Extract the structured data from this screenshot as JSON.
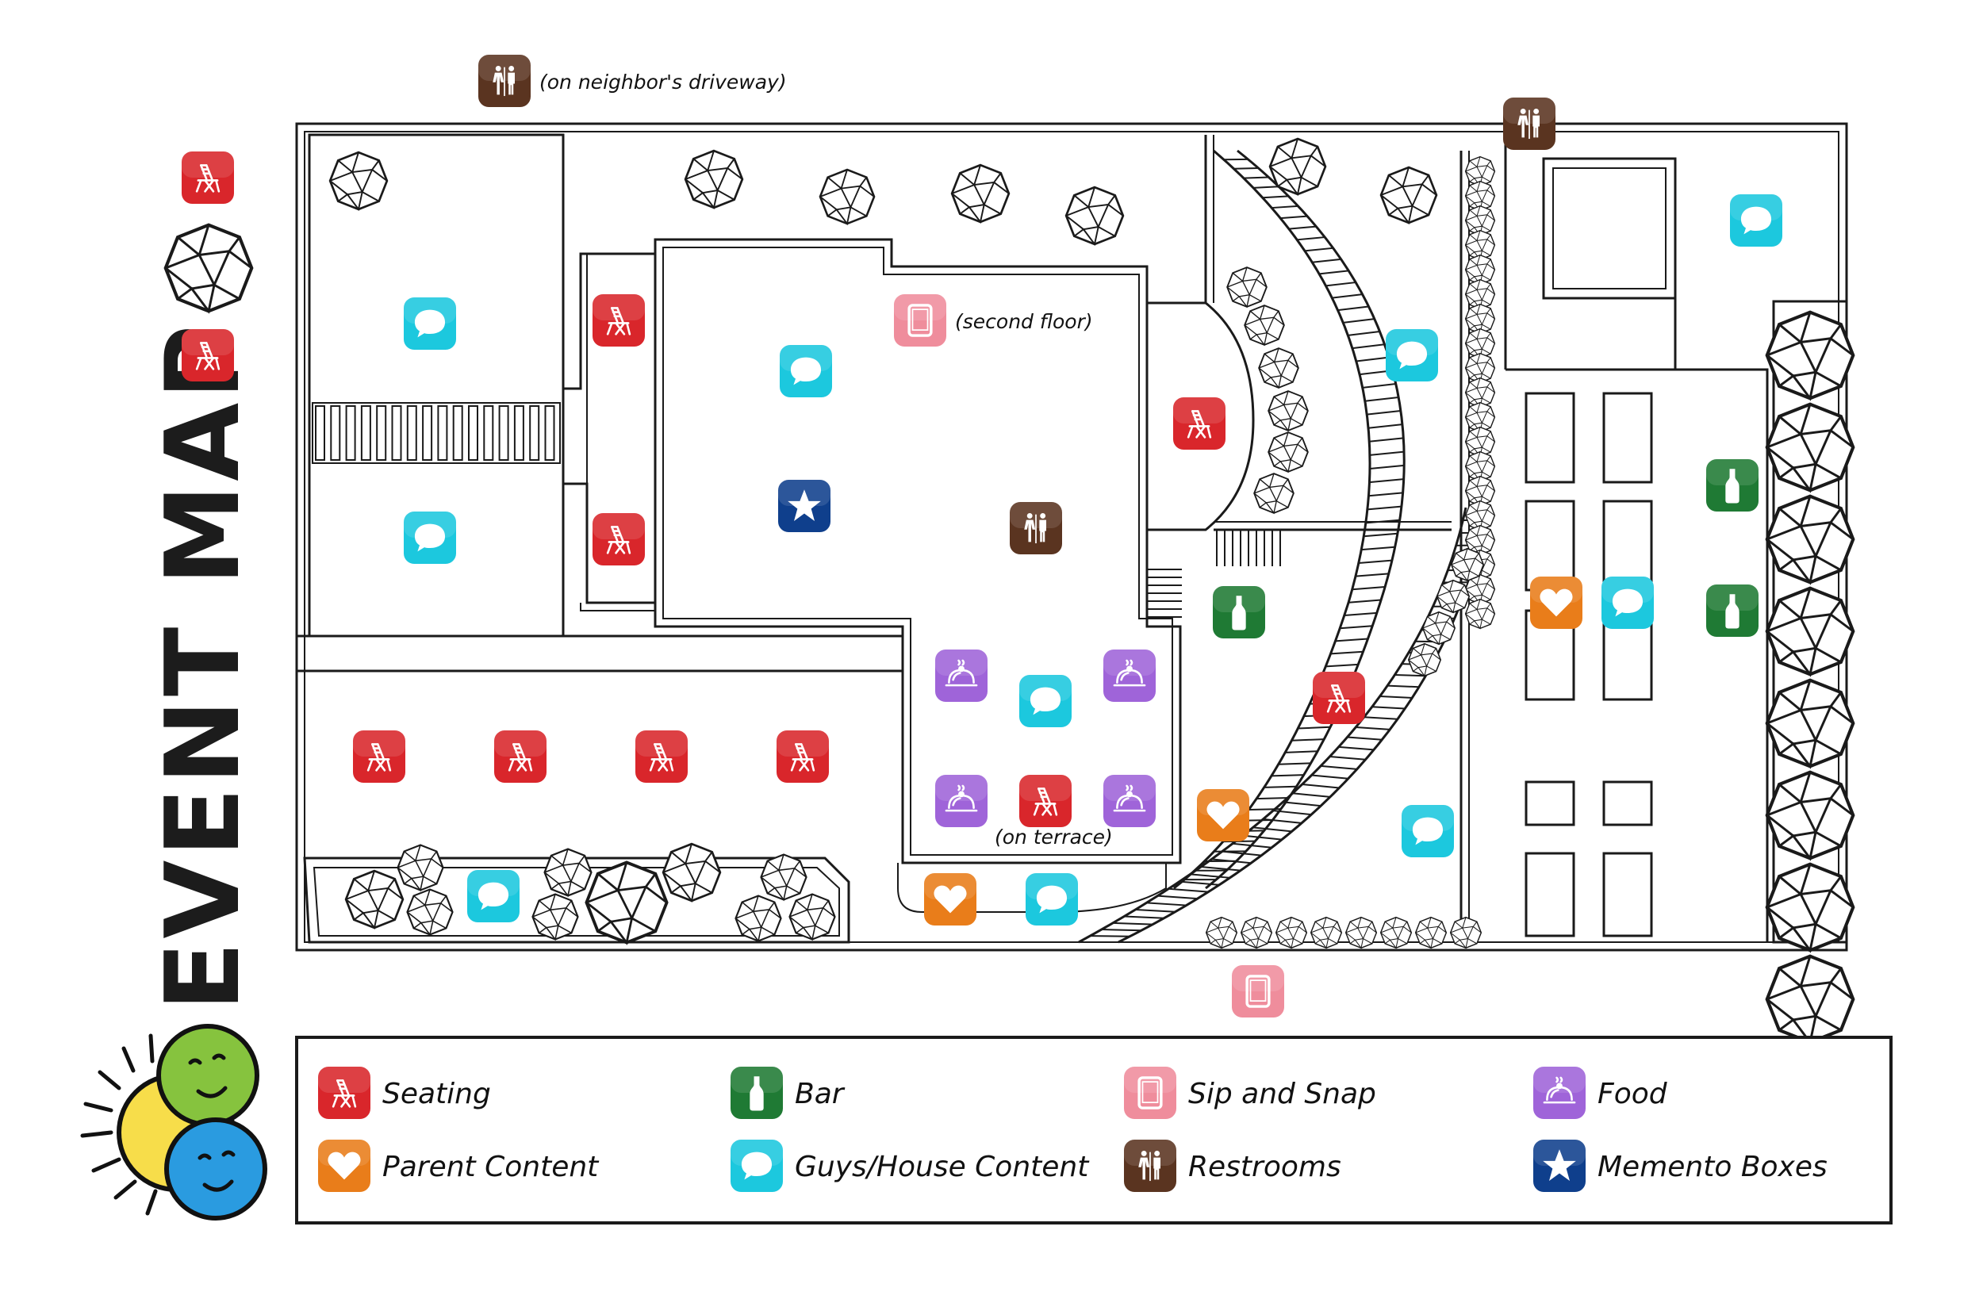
{
  "title": "EVENT MAP",
  "notes": {
    "neighbor_driveway": "(on neighbor's driveway)",
    "second_floor": "(second floor)",
    "on_terrace": "(on terrace)"
  },
  "colors": {
    "seating": "#d9262b",
    "bar": "#1f7a34",
    "sip_and_snap": "#ef8d9c",
    "food": "#9f64d9",
    "parent_content": "#e97d1a",
    "guys_house_content": "#1cc8de",
    "restrooms": "#5a3420",
    "memento_boxes": "#0f3f8c"
  },
  "legend": [
    {
      "key": "seating",
      "label": "Seating",
      "icon": "folding-chair-icon"
    },
    {
      "key": "bar",
      "label": "Bar",
      "icon": "bottle-icon"
    },
    {
      "key": "sip_and_snap",
      "label": "Sip and Snap",
      "icon": "tablet-icon"
    },
    {
      "key": "food",
      "label": "Food",
      "icon": "serving-cloche-icon"
    },
    {
      "key": "parent_content",
      "label": "Parent Content",
      "icon": "heart-icon"
    },
    {
      "key": "guys_house_content",
      "label": "Guys/House Content",
      "icon": "speech-bubble-icon"
    },
    {
      "key": "restrooms",
      "label": "Restrooms",
      "icon": "restroom-people-icon"
    },
    {
      "key": "memento_boxes",
      "label": "Memento Boxes",
      "icon": "star-icon"
    }
  ],
  "markers": [
    {
      "type": "restrooms",
      "note": "neighbor_driveway"
    },
    {
      "type": "restrooms"
    },
    {
      "type": "seating"
    },
    {
      "type": "seating"
    },
    {
      "type": "guys_house_content"
    },
    {
      "type": "guys_house_content"
    },
    {
      "type": "seating"
    },
    {
      "type": "seating"
    },
    {
      "type": "sip_and_snap",
      "note": "second_floor"
    },
    {
      "type": "guys_house_content"
    },
    {
      "type": "memento_boxes"
    },
    {
      "type": "restrooms"
    },
    {
      "type": "seating"
    },
    {
      "type": "guys_house_content"
    },
    {
      "type": "guys_house_content"
    },
    {
      "type": "bar"
    },
    {
      "type": "bar"
    },
    {
      "type": "bar"
    },
    {
      "type": "parent_content"
    },
    {
      "type": "guys_house_content"
    },
    {
      "type": "seating"
    },
    {
      "type": "seating"
    },
    {
      "type": "seating"
    },
    {
      "type": "seating"
    },
    {
      "type": "seating"
    },
    {
      "type": "food"
    },
    {
      "type": "guys_house_content"
    },
    {
      "type": "food"
    },
    {
      "type": "food"
    },
    {
      "type": "seating",
      "note": "on_terrace"
    },
    {
      "type": "food"
    },
    {
      "type": "parent_content"
    },
    {
      "type": "guys_house_content"
    },
    {
      "type": "guys_house_content"
    },
    {
      "type": "parent_content"
    },
    {
      "type": "guys_house_content"
    },
    {
      "type": "sip_and_snap"
    }
  ]
}
